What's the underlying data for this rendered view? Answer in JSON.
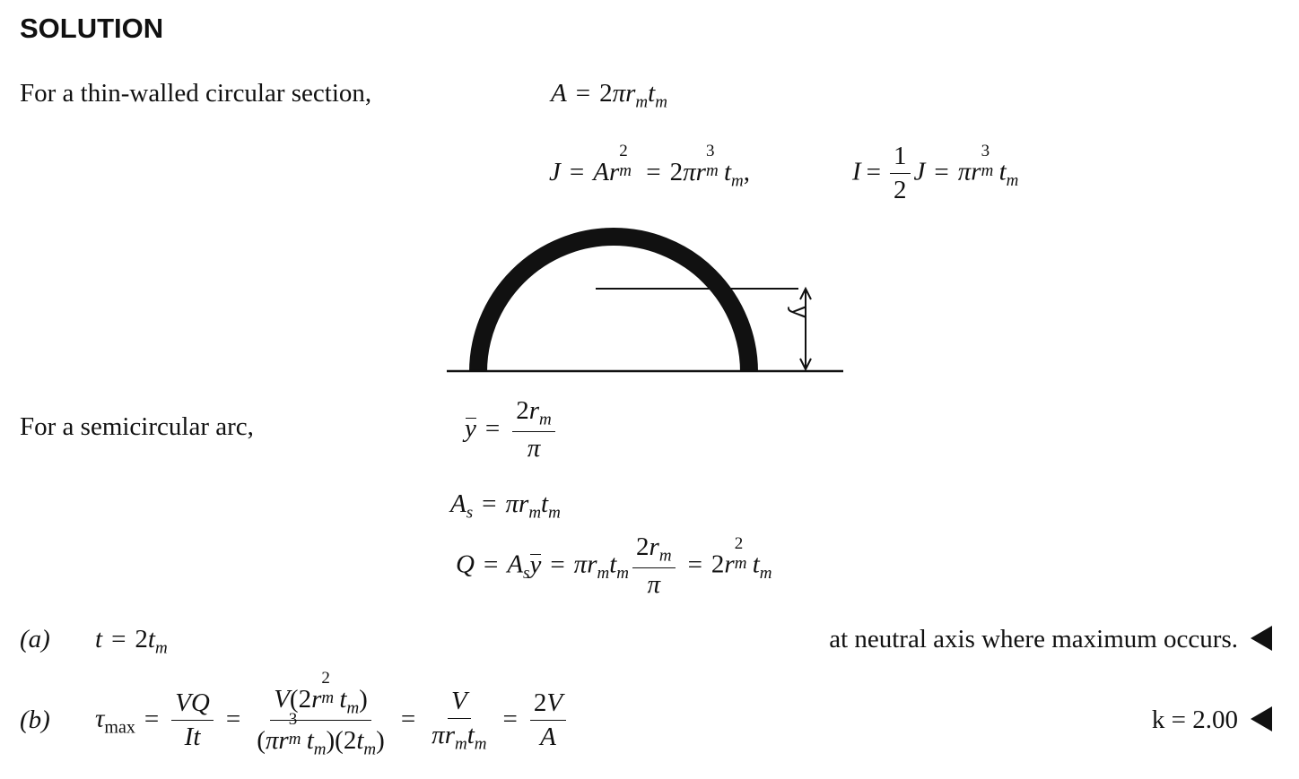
{
  "heading": "SOLUTION",
  "intro_text": "For a thin-walled circular section,",
  "arc_text": "For a semicircular arc,",
  "figure": {
    "dimension_label": "y",
    "arrow_icon": "double-arrow-icon"
  },
  "part_a": {
    "label": "(a)",
    "note": "at neutral axis where maximum occurs."
  },
  "part_b": {
    "label": "(b)",
    "result": "k = 2.00"
  },
  "marker_icon": "left-triangle-icon"
}
